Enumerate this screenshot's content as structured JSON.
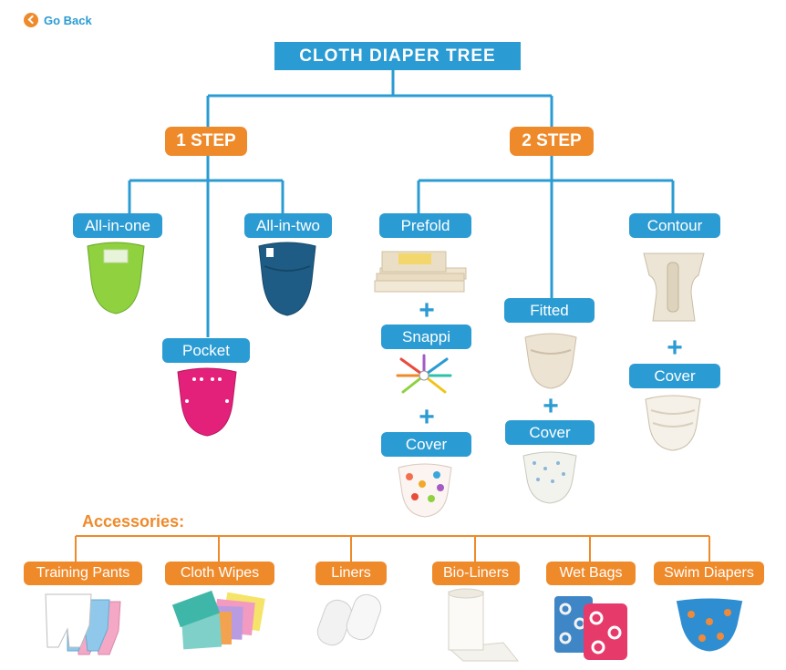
{
  "nav": {
    "back_label": "Go Back"
  },
  "tree": {
    "title": "CLOTH DIAPER TREE",
    "step1": {
      "label": "1 STEP",
      "types": {
        "all_in_one": "All-in-one",
        "pocket": "Pocket",
        "all_in_two": "All-in-two"
      }
    },
    "step2": {
      "label": "2 STEP",
      "prefold": {
        "label": "Prefold",
        "snappi": "Snappi",
        "cover": "Cover"
      },
      "fitted": {
        "label": "Fitted",
        "cover": "Cover"
      },
      "contour": {
        "label": "Contour",
        "cover": "Cover"
      }
    },
    "plus_symbol": "+"
  },
  "accessories": {
    "heading": "Accessories:",
    "items": [
      "Training Pants",
      "Cloth Wipes",
      "Liners",
      "Bio-Liners",
      "Wet Bags",
      "Swim Diapers"
    ]
  },
  "colors": {
    "blue": "#2b9bd3",
    "orange": "#ef8a2b"
  }
}
